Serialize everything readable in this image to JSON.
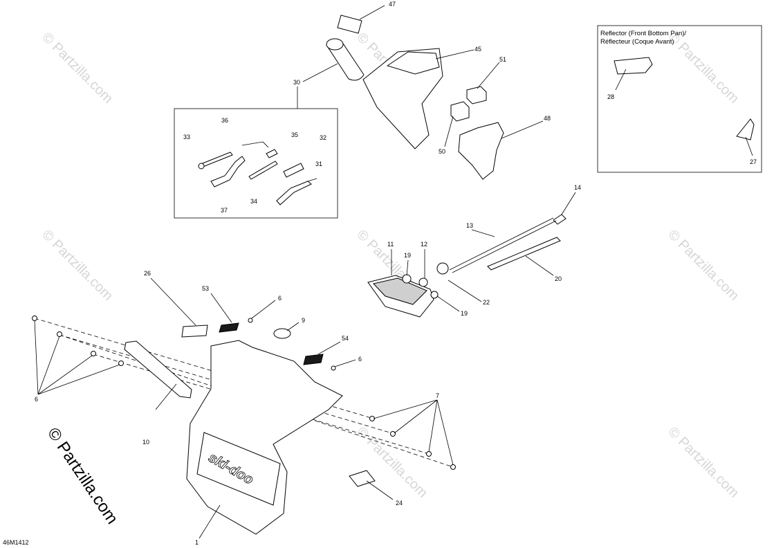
{
  "diagram": {
    "drawing_number": "46M1412",
    "watermark_text": "© Partzilla.com",
    "reflector_box": {
      "title_line1": "Reflector (Front Bottom Pan)/",
      "title_line2": "Réflecteur (Coque Avant)"
    },
    "callouts": {
      "c1": "1",
      "c6a": "6",
      "c6b": "6",
      "c6c": "6",
      "c7": "7",
      "c9": "9",
      "c10": "10",
      "c11": "11",
      "c12": "12",
      "c13": "13",
      "c14": "14",
      "c19a": "19",
      "c19b": "19",
      "c20": "20",
      "c22": "22",
      "c24": "24",
      "c26": "26",
      "c27": "27",
      "c28": "28",
      "c30": "30",
      "c31": "31",
      "c32": "32",
      "c33": "33",
      "c34": "34",
      "c35": "35",
      "c36": "36",
      "c37": "37",
      "c45": "45",
      "c47": "47",
      "c48": "48",
      "c50": "50",
      "c51": "51",
      "c53": "53",
      "c54": "54"
    },
    "logo_text": "ski-doo"
  }
}
